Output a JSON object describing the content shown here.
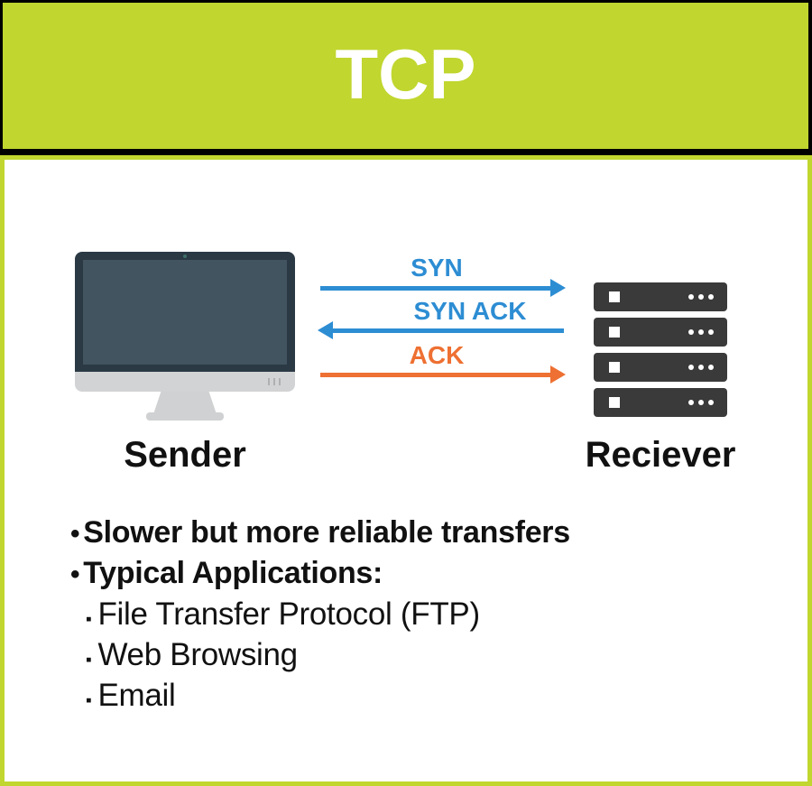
{
  "header": {
    "title": "TCP"
  },
  "diagram": {
    "sender_label": "Sender",
    "receiver_label": "Reciever",
    "arrows": [
      {
        "label": "SYN",
        "direction": "right",
        "color": "#2d8dd3"
      },
      {
        "label": "SYN ACK",
        "direction": "left",
        "color": "#2d8dd3"
      },
      {
        "label": "ACK",
        "direction": "right",
        "color": "#ee7032"
      }
    ],
    "icons": {
      "sender": "desktop-computer-icon",
      "receiver": "server-stack-icon"
    }
  },
  "notes": {
    "bullets": [
      {
        "marker": "•",
        "text": "Slower but more reliable transfers",
        "level": 1
      },
      {
        "marker": "•",
        "text": "Typical Applications:",
        "level": 1
      },
      {
        "marker": "▪",
        "text": "File Transfer Protocol (FTP)",
        "level": 2
      },
      {
        "marker": "▪",
        "text": "Web Browsing",
        "level": 2
      },
      {
        "marker": "▪",
        "text": "Email",
        "level": 2
      }
    ]
  },
  "colors": {
    "accent-green": "#c1d62f",
    "arrow-blue": "#2d8dd3",
    "arrow-orange": "#ee7032",
    "server-dark": "#3a3a3a",
    "monitor-frame": "#2b3944",
    "monitor-screen": "#42545f",
    "monitor-gray": "#d2d3d4",
    "text-black": "#111111"
  }
}
